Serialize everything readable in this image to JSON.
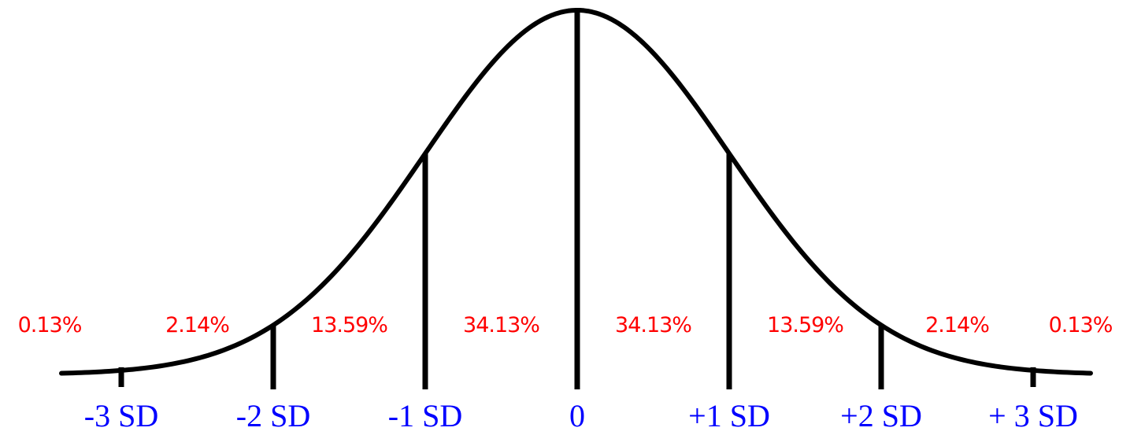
{
  "chart_data": {
    "type": "line",
    "x": [
      -3.3,
      -3.0,
      -2.5,
      -2.0,
      -1.5,
      -1.0,
      -0.5,
      0.0,
      0.5,
      1.0,
      1.5,
      2.0,
      2.5,
      3.0,
      3.3
    ],
    "series": [
      {
        "values": [
          0.0017,
          0.0044,
          0.0175,
          0.054,
          0.1295,
          0.242,
          0.352,
          0.3989,
          0.352,
          0.242,
          0.1295,
          0.054,
          0.0175,
          0.0044,
          0.0017
        ]
      }
    ],
    "xlim": [
      -3.3,
      3.3
    ],
    "grid": false,
    "sd_markers": [
      {
        "x": -3,
        "label": "-3 SD"
      },
      {
        "x": -2,
        "label": "-2 SD"
      },
      {
        "x": -1,
        "label": "-1 SD"
      },
      {
        "x": 0,
        "label": "0"
      },
      {
        "x": 1,
        "label": "+1 SD"
      },
      {
        "x": 2,
        "label": "+2 SD"
      },
      {
        "x": 3,
        "label": "+ 3 SD"
      }
    ],
    "region_percentages": [
      {
        "from": null,
        "to": -3,
        "value": 0.13,
        "label": "0.13%"
      },
      {
        "from": -3,
        "to": -2,
        "value": 2.14,
        "label": "2.14%"
      },
      {
        "from": -2,
        "to": -1,
        "value": 13.59,
        "label": "13.59%"
      },
      {
        "from": -1,
        "to": 0,
        "value": 34.13,
        "label": "34.13%"
      },
      {
        "from": 0,
        "to": 1,
        "value": 34.13,
        "label": "34.13%"
      },
      {
        "from": 1,
        "to": 2,
        "value": 13.59,
        "label": "13.59%"
      },
      {
        "from": 2,
        "to": 3,
        "value": 2.14,
        "label": "2.14%"
      },
      {
        "from": 3,
        "to": null,
        "value": 0.13,
        "label": "0.13%"
      }
    ],
    "colors": {
      "curve": "#000000",
      "sd_label": "#0000ff",
      "percent_label": "#ff0000"
    }
  }
}
